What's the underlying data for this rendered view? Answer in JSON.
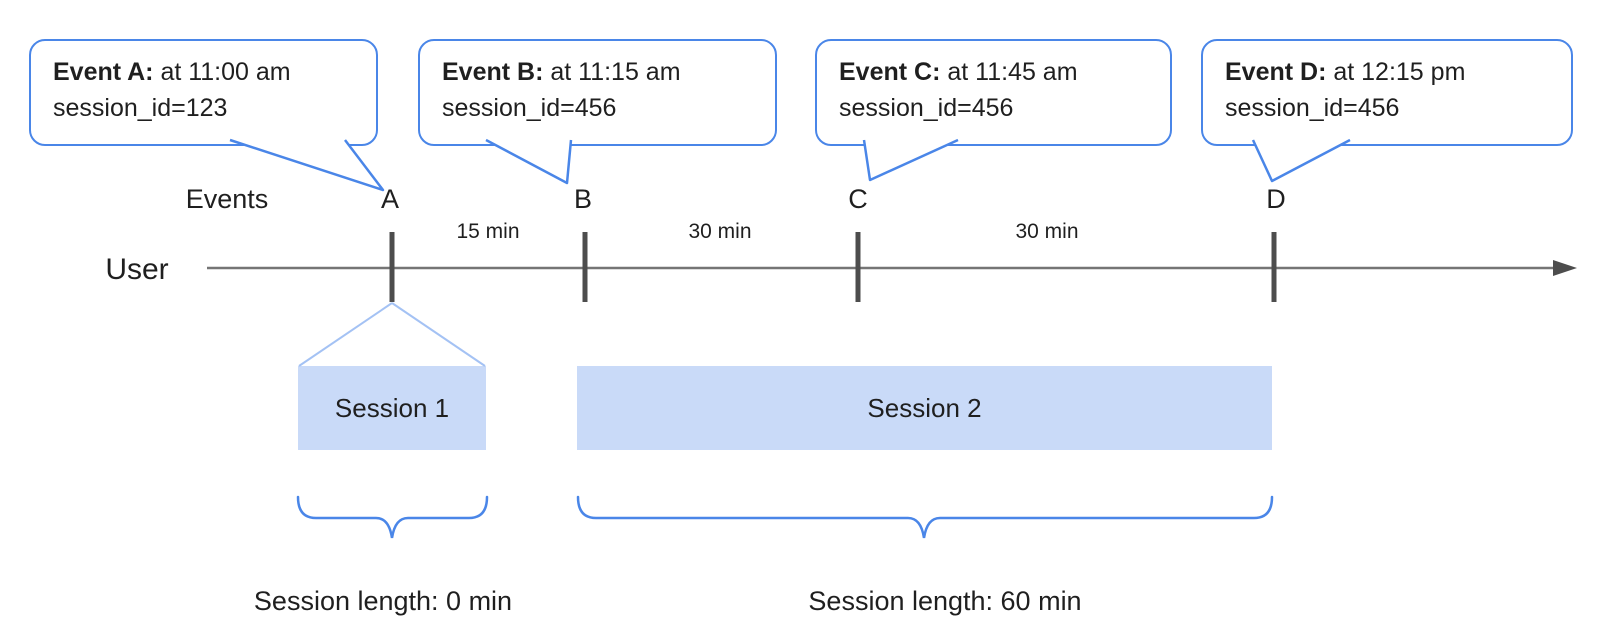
{
  "colors": {
    "accent": "#4a86e8",
    "accent_soft": "#a4c2f4",
    "session_fill": "#c9daf8",
    "axis": "#757575",
    "tick": "#4d4d4d",
    "ink": "#1f1f1f"
  },
  "axis": {
    "events_label": "Events",
    "user_label": "User",
    "markers": [
      "A",
      "B",
      "C",
      "D"
    ],
    "intervals": [
      "15 min",
      "30 min",
      "30 min"
    ]
  },
  "callouts": [
    {
      "event": "Event A:",
      "time": "at 11:00 am",
      "session_id": "session_id=123"
    },
    {
      "event": "Event B:",
      "time": "at 11:15 am",
      "session_id": "session_id=456"
    },
    {
      "event": "Event C:",
      "time": "at 11:45 am",
      "session_id": "session_id=456"
    },
    {
      "event": "Event D:",
      "time": "at 12:15 pm",
      "session_id": "session_id=456"
    }
  ],
  "sessions": [
    {
      "label": "Session 1",
      "length": "Session length: 0 min"
    },
    {
      "label": "Session 2",
      "length": "Session length: 60 min"
    }
  ]
}
